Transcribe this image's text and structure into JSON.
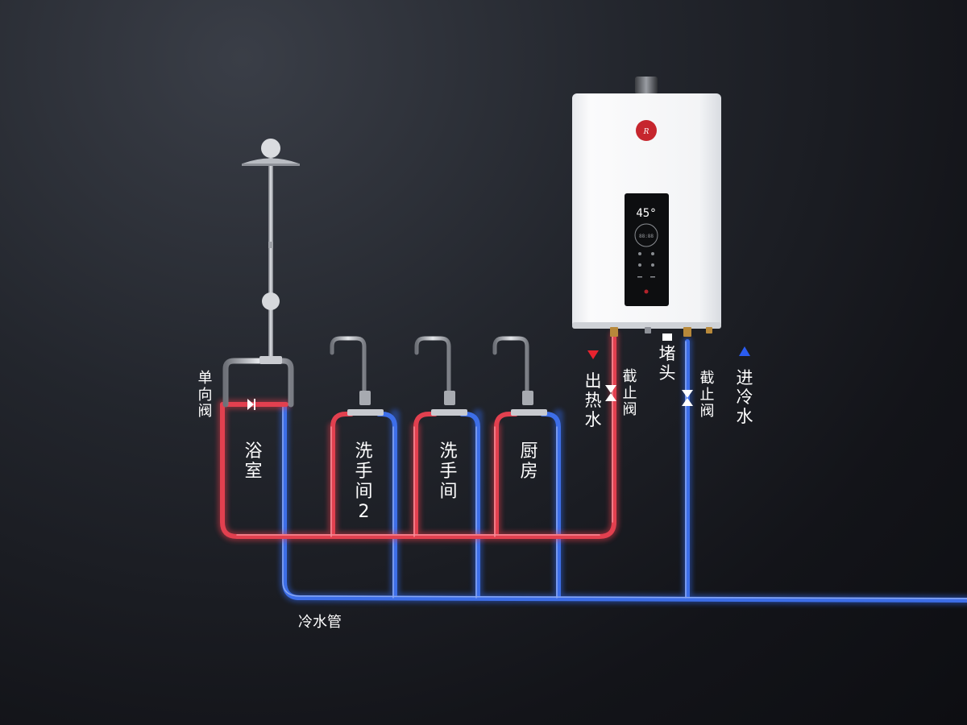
{
  "labels": {
    "bathroom": "浴室",
    "washroom2": "洗手间2",
    "washroom": "洗手间",
    "kitchen": "厨房",
    "check_valve": "单向阀",
    "hot_out": "出热水",
    "shutoff_hot": "截止阀",
    "plug": "堵头",
    "shutoff_cold": "截止阀",
    "cold_in": "进冷水",
    "cold_pipe": "冷水管"
  },
  "heater": {
    "brand_logo": "rheem-logo",
    "display_temp": "45°"
  },
  "colors": {
    "hot_pipe": "#e03a4a",
    "cold_pipe": "#2f63e0",
    "hot_marker": "#e8232f",
    "cold_marker": "#2a5cf0",
    "background": "#15161b",
    "heater_body": "#f4f5f7"
  }
}
